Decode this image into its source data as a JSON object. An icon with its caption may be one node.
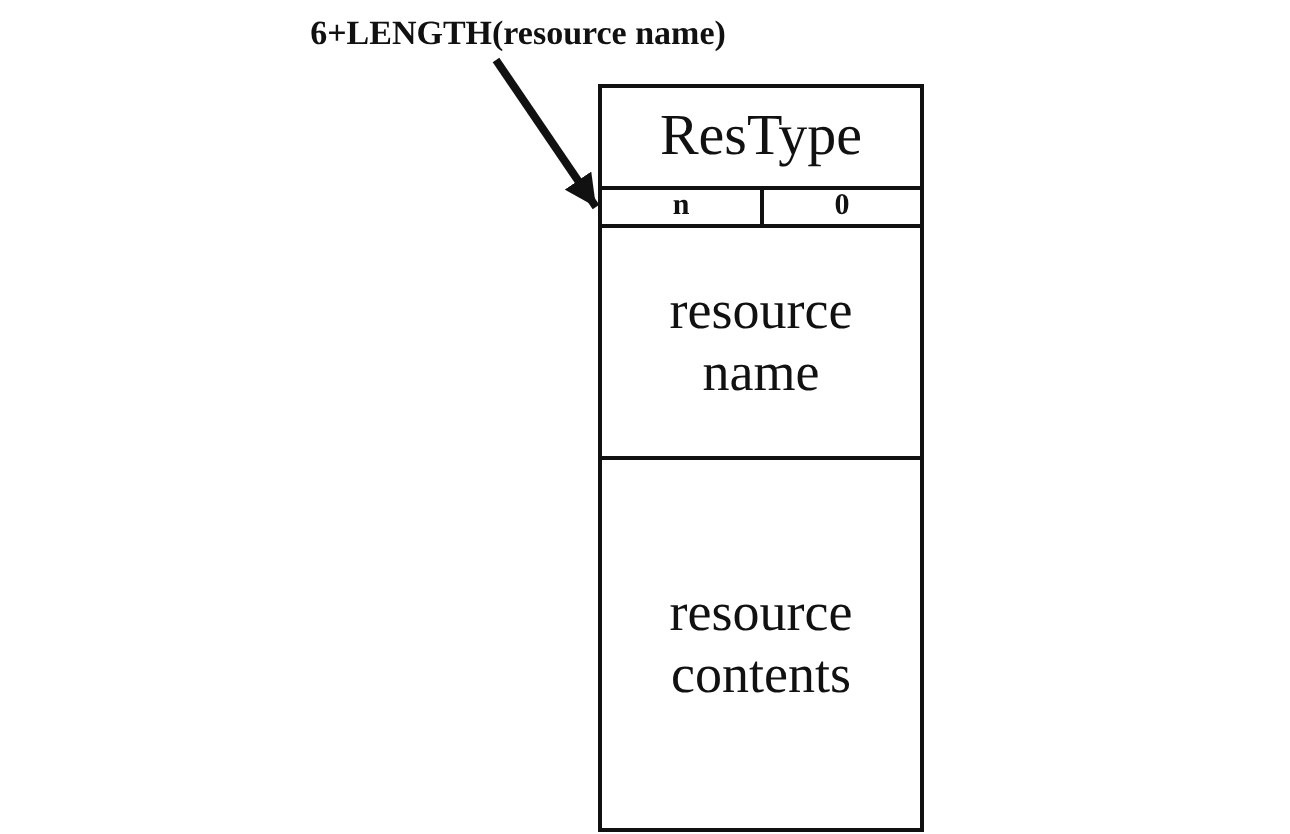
{
  "diagram": {
    "nodes": [
      {
        "text": [
          "6+LENGTH(resource name)"
        ]
      },
      {
        "text": [
          "ResType"
        ]
      },
      {
        "text": [
          "n"
        ]
      },
      {
        "text": [
          "0"
        ]
      },
      {
        "text": [
          "resource name"
        ]
      },
      {
        "text": [
          "resource contents"
        ]
      }
    ],
    "edges": [
      {
        "from": 0,
        "to": 2,
        "arrow": "to"
      }
    ]
  }
}
